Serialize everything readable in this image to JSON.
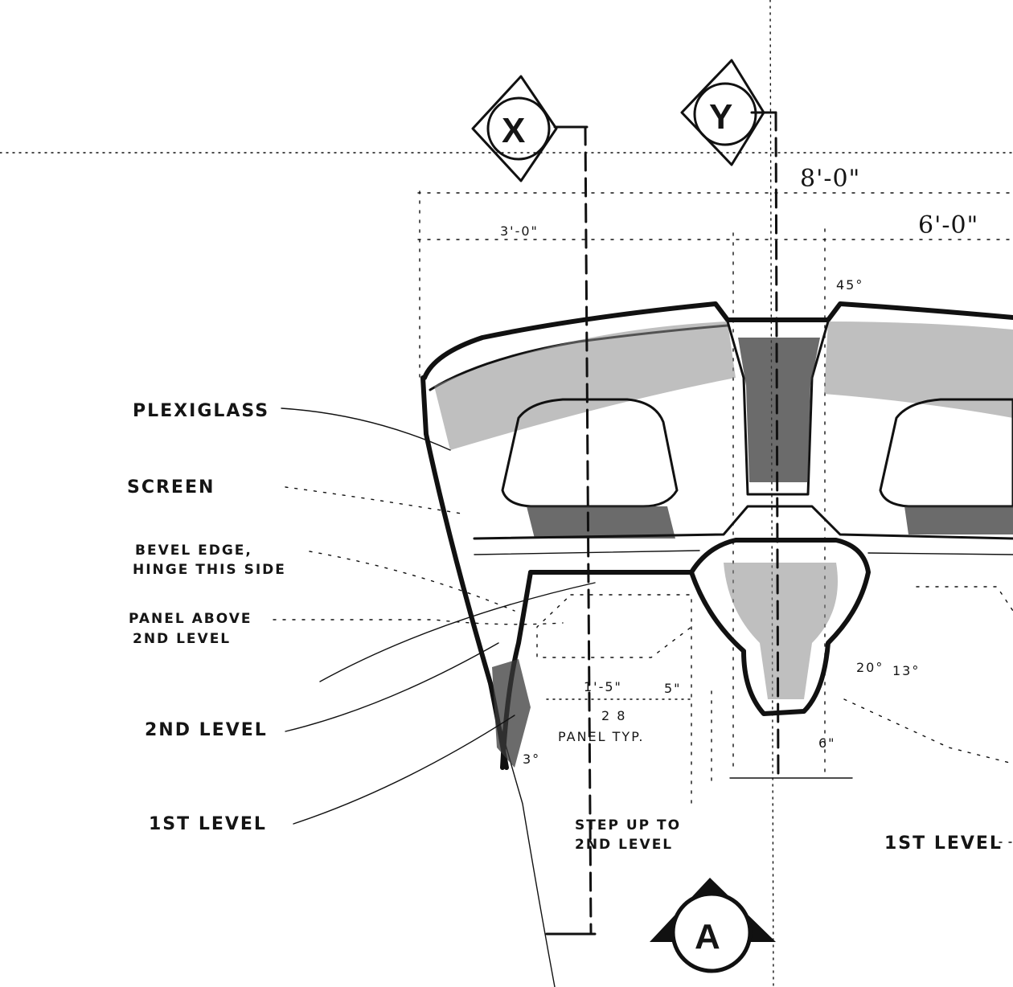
{
  "labels": {
    "plexiglass": "PLEXIGLASS",
    "screen": "SCREEN",
    "bevel_line1": "BEVEL EDGE,",
    "bevel_line2": "HINGE THIS SIDE",
    "panel_line1": "PANEL ABOVE",
    "panel_line2": "2ND LEVEL",
    "second_level": "2ND LEVEL",
    "first_level": "1ST LEVEL",
    "step_line1": "STEP UP TO",
    "step_line2": "2ND LEVEL",
    "first_level_right": "1ST LEVEL",
    "panel_tip_line1": "2 8",
    "panel_tip_line2": "PANEL TYP."
  },
  "section_markers": {
    "x": "X",
    "y": "Y",
    "a": "A"
  },
  "dimensions": {
    "d_8_0": "8'-0\"",
    "d_6_0": "6'-0\"",
    "d_3_0": "3'-0\"",
    "d_45": "45°",
    "d_1_5": "1'-5\"",
    "d_5": "5\"",
    "d_3_deg": "3°",
    "d_6": "6\"",
    "d_20": "20°",
    "d_13": "13°"
  },
  "colors": {
    "ink": "#111111",
    "paper": "#ffffff",
    "shading": "#8a8a8a"
  }
}
